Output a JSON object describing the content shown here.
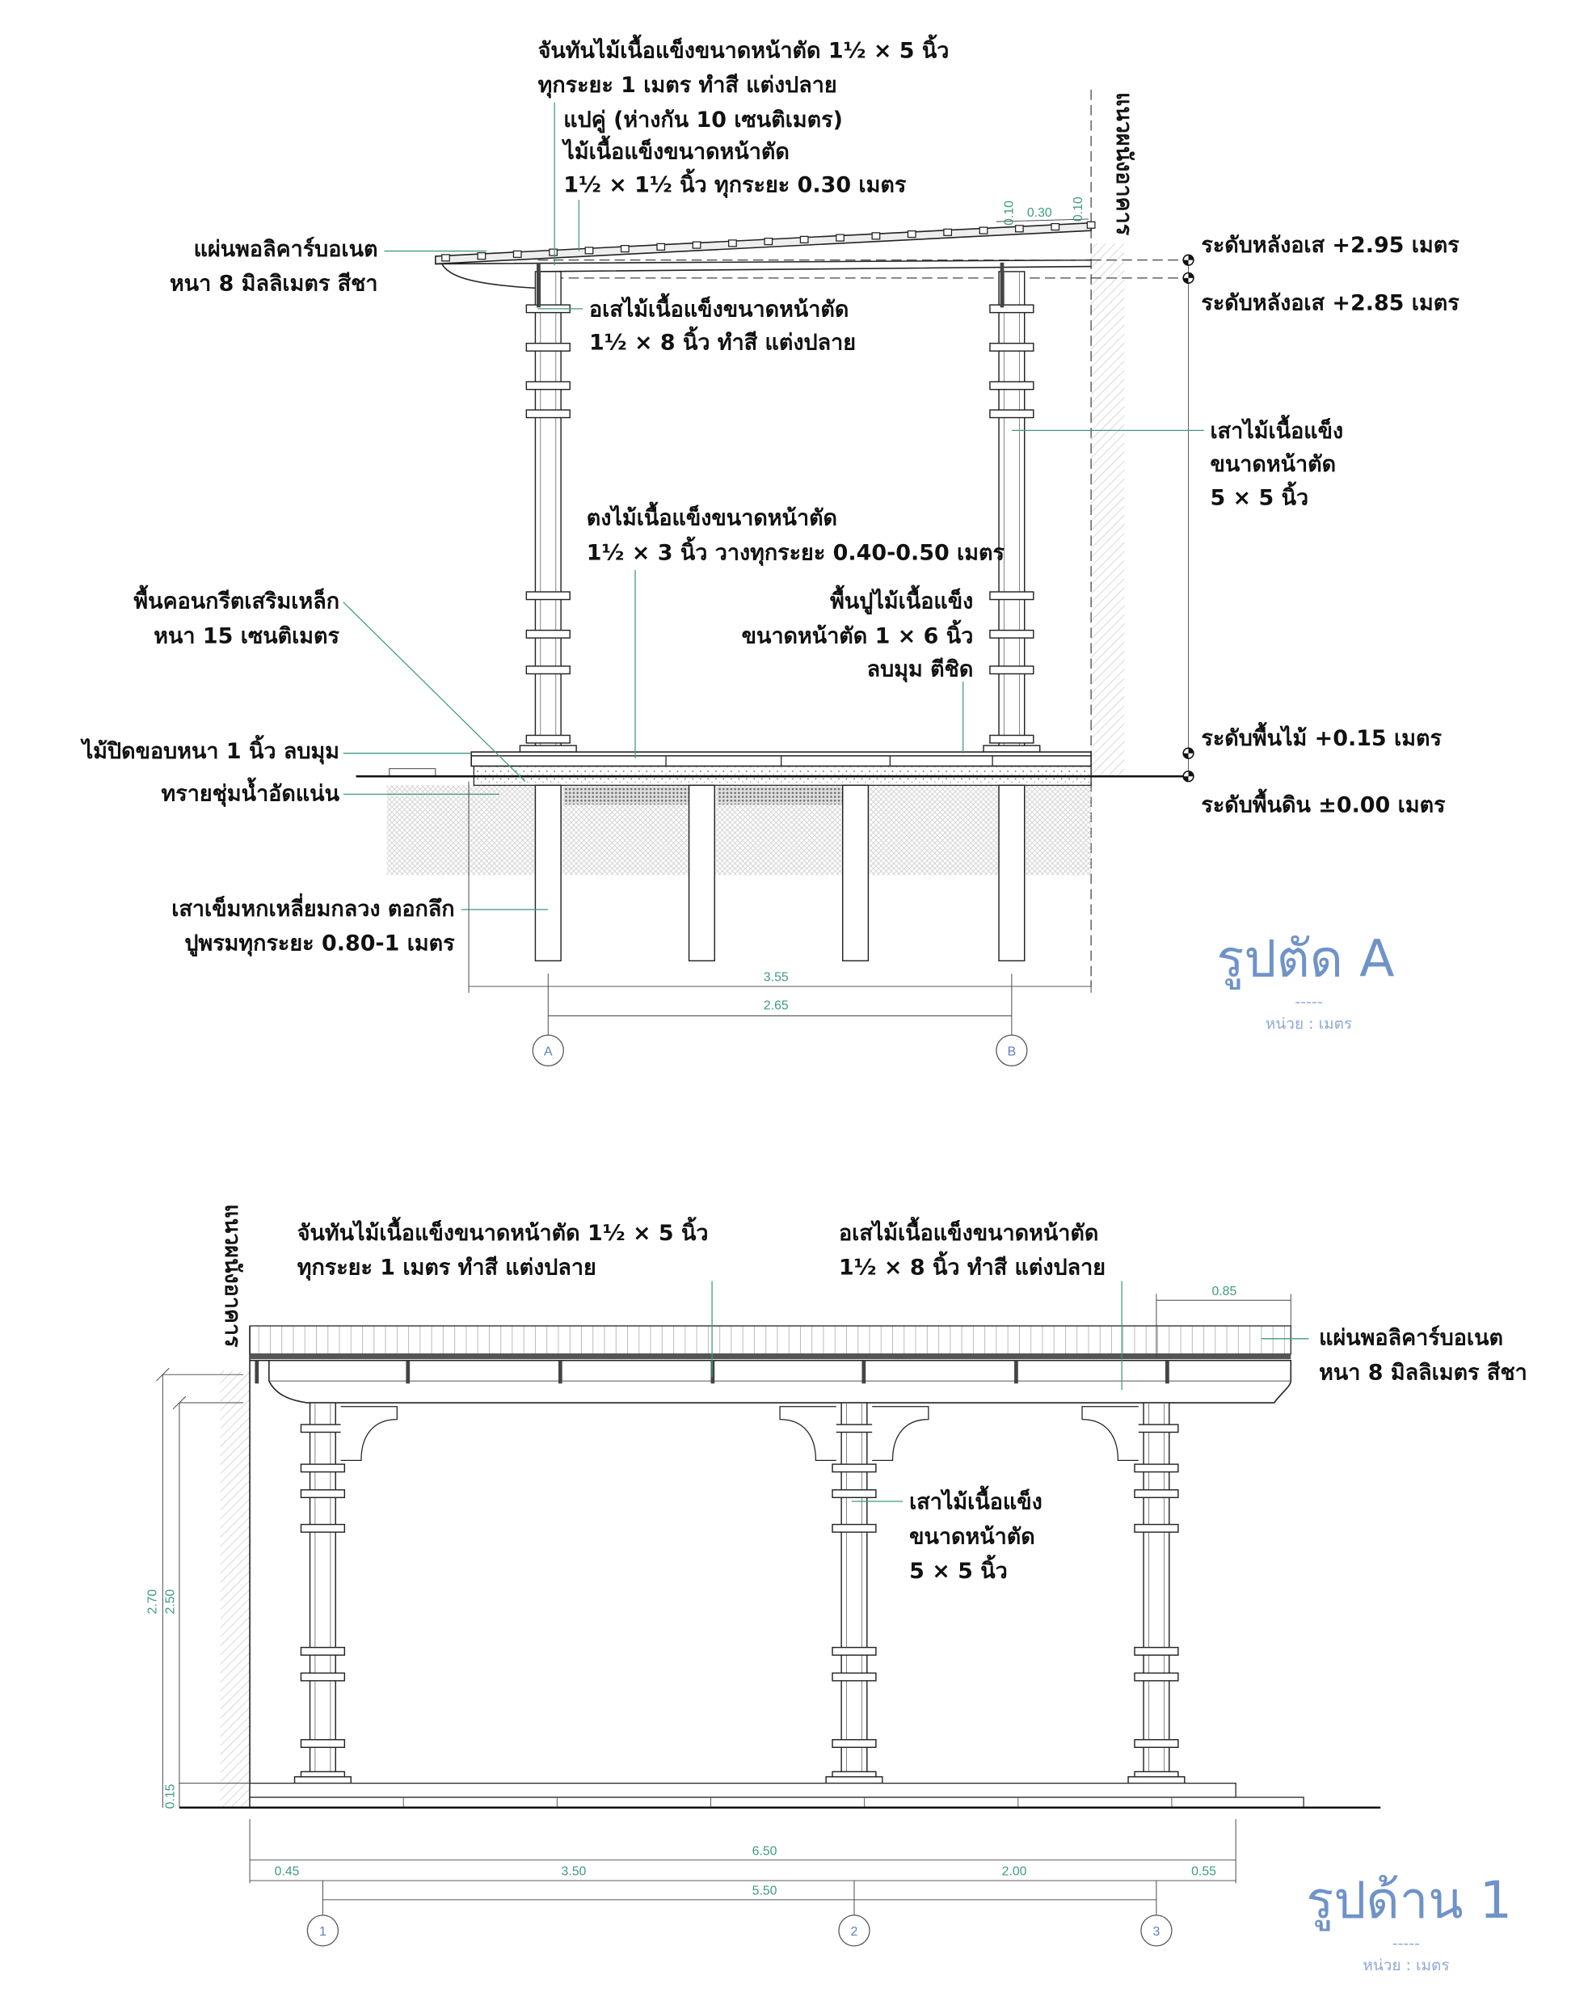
{
  "colors": {
    "leader": "#3f9a82",
    "title": "#6f93c9",
    "ink": "#111111"
  },
  "section_a": {
    "title": "รูปตัด A",
    "title_mark": "-----",
    "unit": "หน่วย : เมตร",
    "wall_label": "แนวผนังอาคาร",
    "labels": {
      "rafter": [
        "จันทันไม้เนื้อแข็งขนาดหน้าตัด 1½ × 5 นิ้ว",
        "ทุกระยะ 1 เมตร  ทำสี  แต่งปลาย"
      ],
      "purlin": [
        "แปคู่ (ห่างกัน 10 เซนติเมตร)",
        "ไม้เนื้อแข็งขนาดหน้าตัด",
        "1½ × 1½ นิ้ว  ทุกระยะ 0.30 เมตร"
      ],
      "polycarbonate": [
        "แผ่นพอลิคาร์บอเนต",
        "หนา 8 มิลลิเมตร  สีชา"
      ],
      "beam": [
        "อเสไม้เนื้อแข็งขนาดหน้าตัด",
        "1½ × 8 นิ้ว  ทำสี  แต่งปลาย"
      ],
      "post": [
        "เสาไม้เนื้อแข็ง",
        "ขนาดหน้าตัด",
        "5 × 5 นิ้ว"
      ],
      "joist": [
        "ตงไม้เนื้อแข็งขนาดหน้าตัด",
        "1½ × 3 นิ้ว  วางทุกระยะ 0.40-0.50 เมตร"
      ],
      "slab": [
        "พื้นคอนกรีตเสริมเหล็ก",
        "หนา 15 เซนติเมตร"
      ],
      "decking": [
        "พื้นปูไม้เนื้อแข็ง",
        "ขนาดหน้าตัด 1 × 6 นิ้ว",
        "ลบมุม  ตีชิด"
      ],
      "edge_trim": [
        "ไม้ปิดขอบหนา 1 นิ้ว  ลบมุม"
      ],
      "sand": [
        "ทรายชุ่มน้ำอัดแน่น"
      ],
      "pile": [
        "เสาเข็มหกเหลี่ยมกลวง  ตอกลึก",
        "ปูพรมทุกระยะ 0.80-1 เมตร"
      ]
    },
    "levels": [
      "ระดับหลังอเส +2.95 เมตร",
      "ระดับหลังอเส +2.85 เมตร",
      "ระดับพื้นไม้ +0.15 เมตร",
      "ระดับพื้นดิน ±0.00 เมตร"
    ],
    "dims": {
      "purlin_a": "0.10",
      "purlin_gap": "0.30",
      "purlin_b": "0.10",
      "overall": "3.55",
      "grid": "2.65"
    },
    "grid": [
      "A",
      "B"
    ]
  },
  "elevation_1": {
    "title": "รูปด้าน 1",
    "title_mark": "-----",
    "unit": "หน่วย : เมตร",
    "wall_label": "แนวผนังอาคาร",
    "labels": {
      "rafter": [
        "จันทันไม้เนื้อแข็งขนาดหน้าตัด 1½ × 5 นิ้ว",
        "ทุกระยะ 1 เมตร  ทำสี  แต่งปลาย"
      ],
      "beam": [
        "อเสไม้เนื้อแข็งขนาดหน้าตัด",
        "1½ × 8 นิ้ว  ทำสี  แต่งปลาย"
      ],
      "polycarbonate": [
        "แผ่นพอลิคาร์บอเนต",
        "หนา 8 มิลลิเมตร  สีชา"
      ],
      "post": [
        "เสาไม้เนื้อแข็ง",
        "ขนาดหน้าตัด",
        "5 × 5 นิ้ว"
      ]
    },
    "dims": {
      "overhang": "0.85",
      "h_total": "2.70",
      "h_beam": "2.50",
      "h_floor": "0.15",
      "overall": "6.50",
      "seg": [
        "0.45",
        "3.50",
        "2.00",
        "0.55"
      ],
      "grid": "5.50"
    },
    "grid": [
      "1",
      "2",
      "3"
    ]
  }
}
